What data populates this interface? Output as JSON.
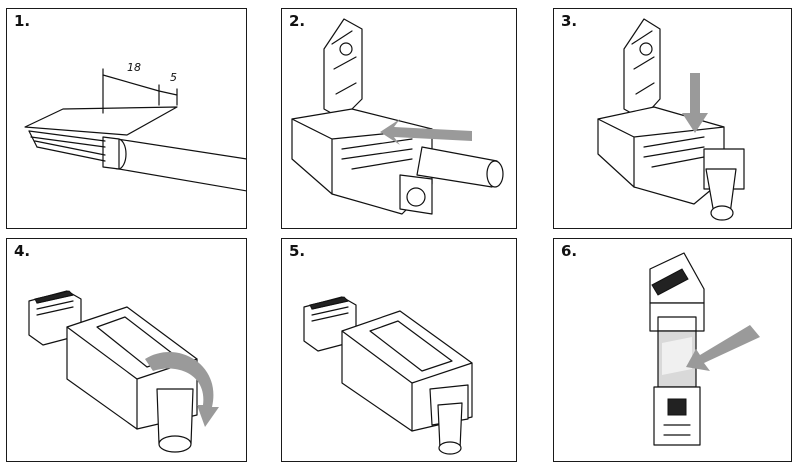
{
  "steps": [
    {
      "label": "1.",
      "dimensions": [
        "18",
        "5"
      ]
    },
    {
      "label": "2."
    },
    {
      "label": "3."
    },
    {
      "label": "4."
    },
    {
      "label": "5."
    },
    {
      "label": "6."
    }
  ],
  "colors": {
    "line": "#111111",
    "arrow": "#9a9a9a",
    "background": "#ffffff"
  }
}
